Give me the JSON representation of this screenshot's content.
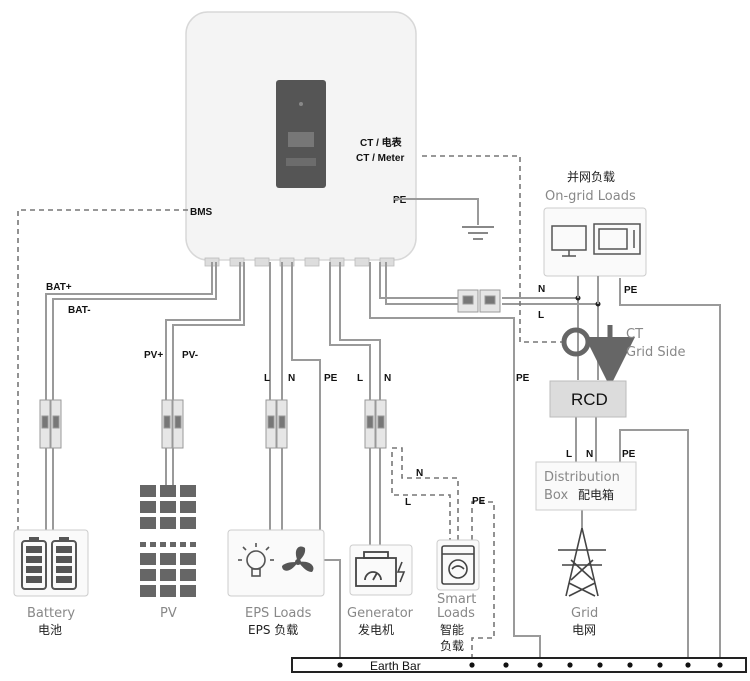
{
  "inverter": {
    "ct_meter_cn": "CT / 电表",
    "ct_meter_en": "CT / Meter",
    "bms": "BMS",
    "pe": "PE"
  },
  "battery": {
    "bat_plus": "BAT+",
    "bat_minus": "BAT-",
    "label_en": "Battery",
    "label_cn": "电池"
  },
  "pv": {
    "pv_plus": "PV+",
    "pv_minus": "PV-",
    "label_en": "PV"
  },
  "eps": {
    "l": "L",
    "n": "N",
    "pe": "PE",
    "label_en": "EPS Loads",
    "label_cn": "EPS 负载"
  },
  "generator": {
    "l": "L",
    "n": "N",
    "label_en": "Generator",
    "label_cn": "发电机"
  },
  "smart_loads": {
    "n": "N",
    "l": "L",
    "pe": "PE",
    "label_en_1": "Smart",
    "label_en_2": "Loads",
    "label_cn_1": "智能",
    "label_cn_2": "负载"
  },
  "ongrid": {
    "label_cn": "并网负载",
    "label_en": "On-grid Loads",
    "n": "N",
    "l": "L",
    "pe_right": "PE",
    "pe_mid": "PE"
  },
  "ct": {
    "label_1": "CT",
    "label_2": "Grid Side"
  },
  "rcd": {
    "label": "RCD"
  },
  "distribution": {
    "l": "L",
    "n": "N",
    "pe": "PE",
    "label_en_1": "Distribution",
    "label_en_2": "Box",
    "label_cn": "配电箱"
  },
  "grid": {
    "label_en": "Grid",
    "label_cn": "电网"
  },
  "earth_bar": {
    "label": "Earth Bar"
  },
  "colors": {
    "wire": "#9a9a9a",
    "dashed": "#777777",
    "inverter_body": "#f2f2f2",
    "display": "#505050"
  }
}
